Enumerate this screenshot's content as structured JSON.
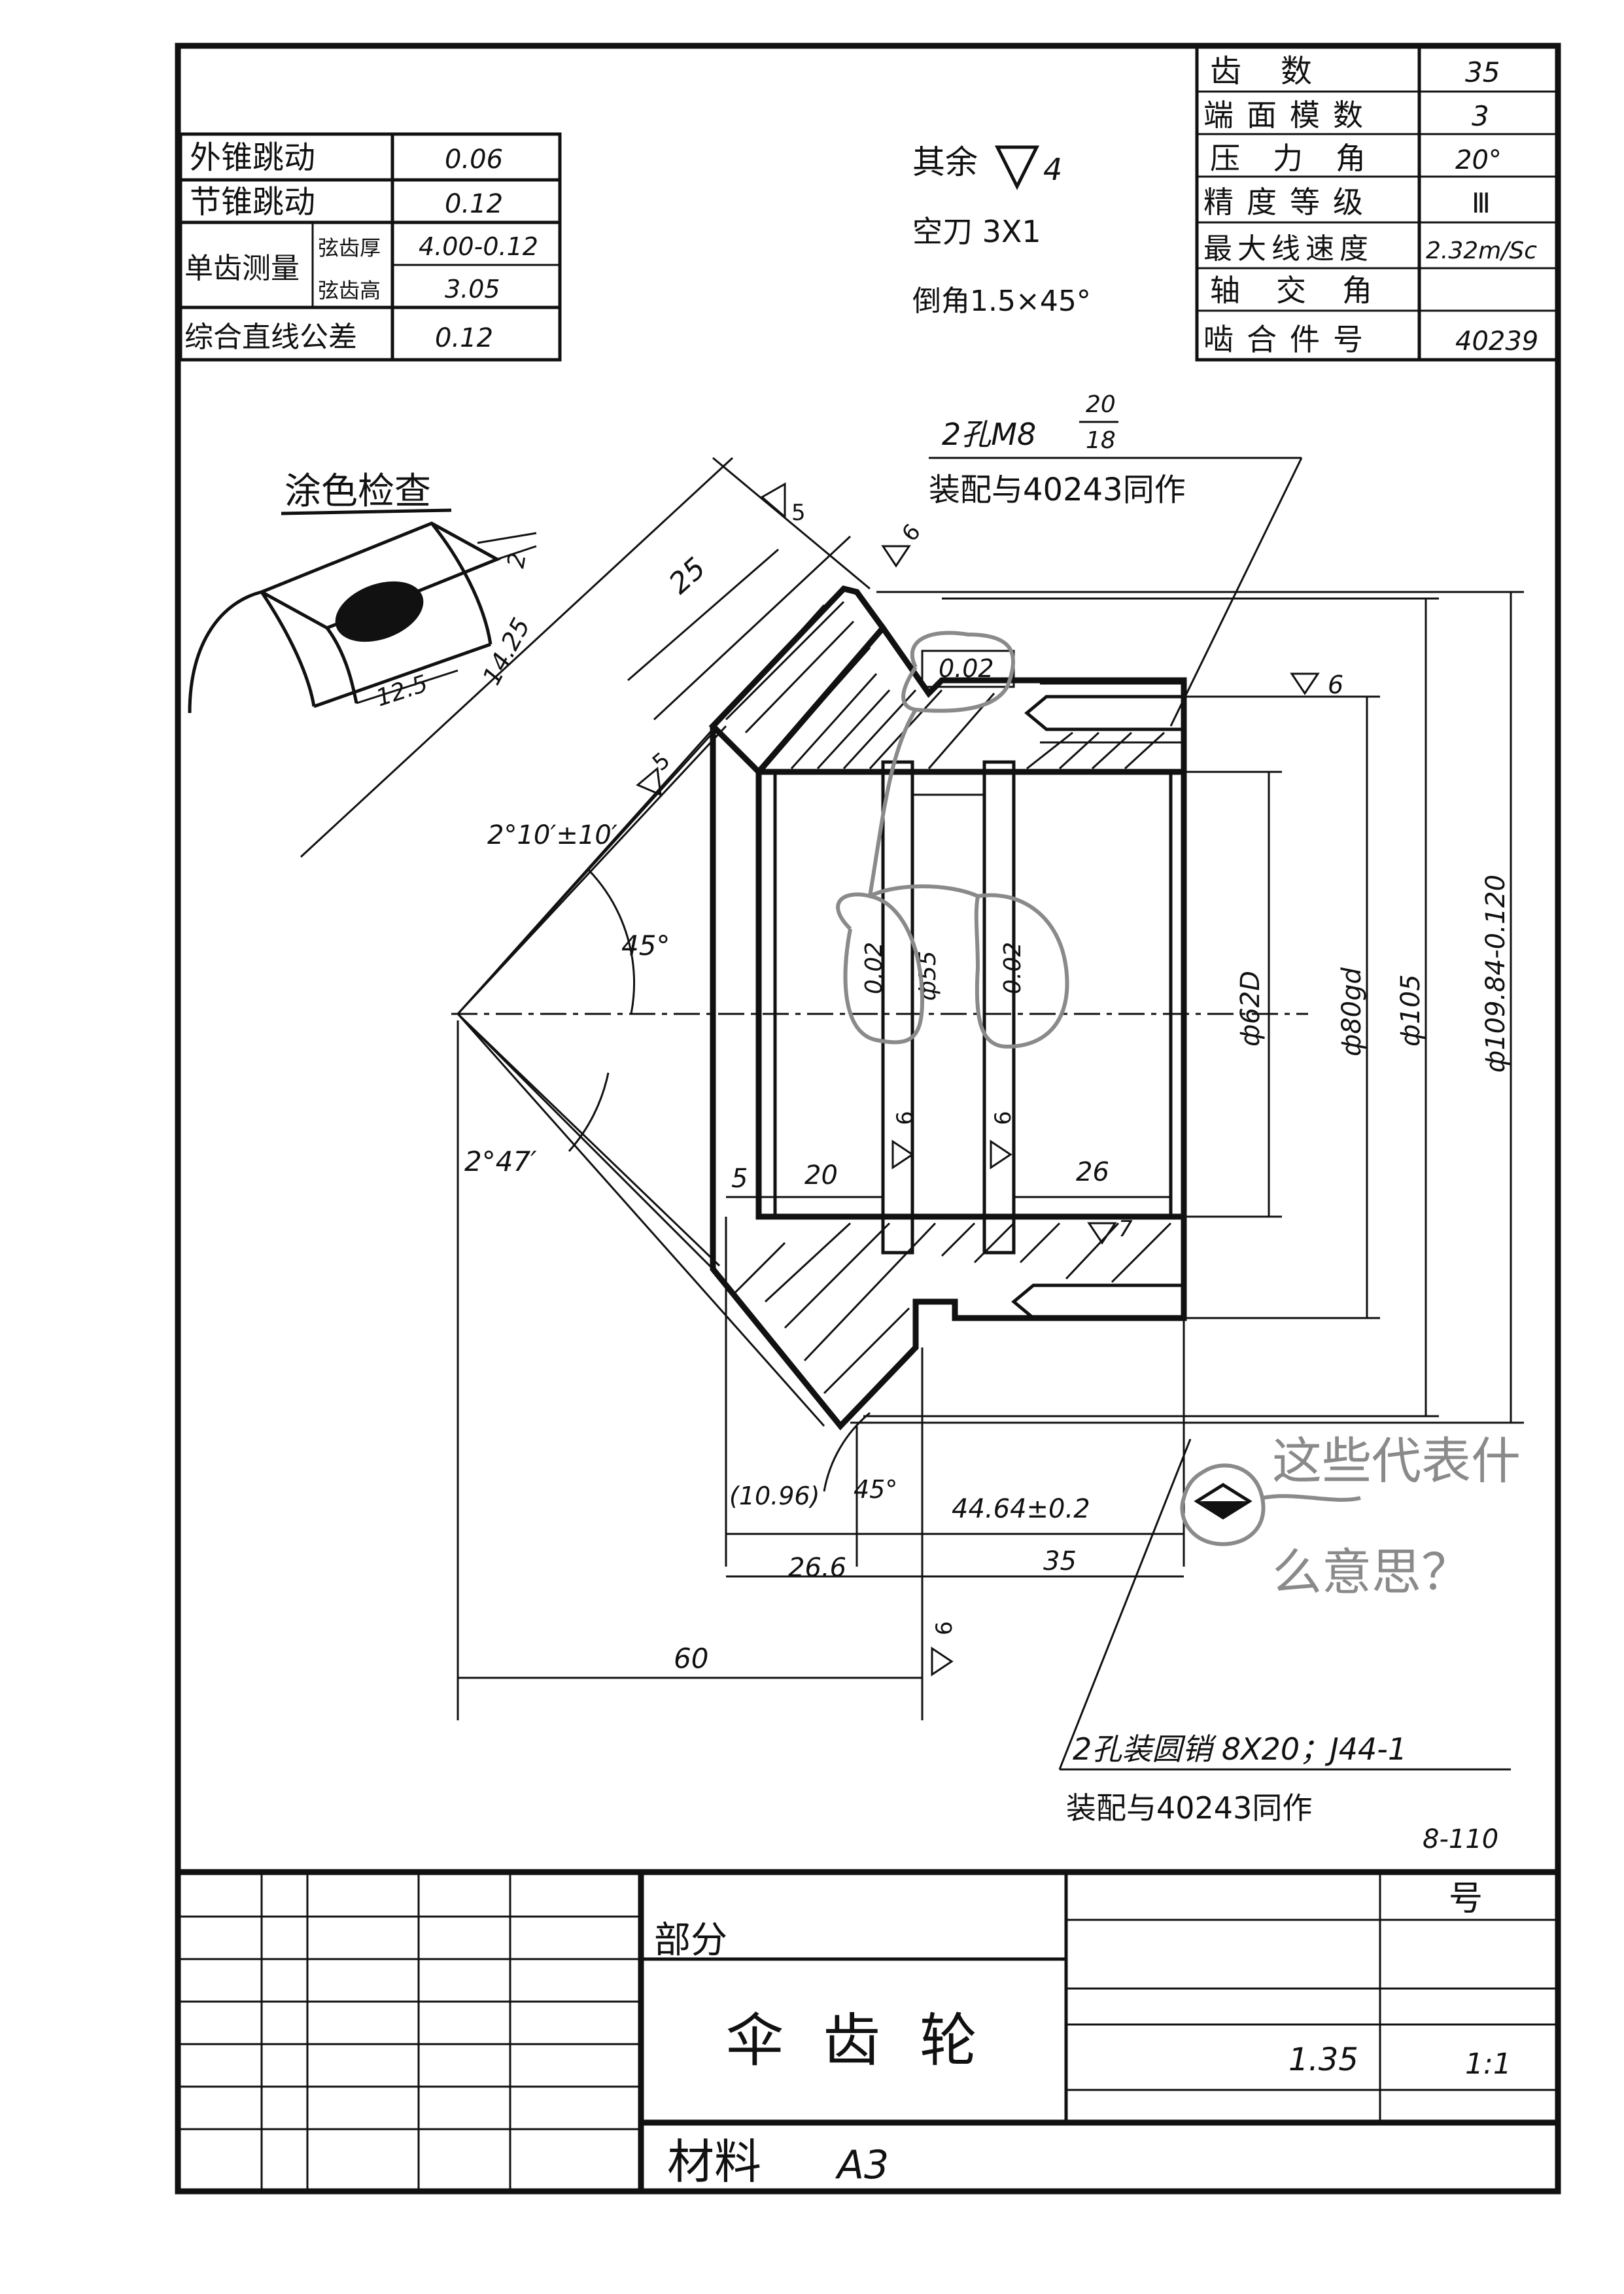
{
  "colors": {
    "ink": "#111111",
    "annotation": "#8a8a8a",
    "paper": "#ffffff"
  },
  "left_table": [
    {
      "label": "外锥跳动",
      "value": "0.06"
    },
    {
      "label": "节锥跳动",
      "value": "0.12"
    },
    {
      "label": "单齿测量",
      "sub": [
        {
          "label": "弦齿厚",
          "value": "4.00-0.12"
        },
        {
          "label": "弦齿高",
          "value": "3.05"
        }
      ]
    },
    {
      "label": "综合直线公差",
      "value": "0.12"
    }
  ],
  "right_table": [
    {
      "label": "齿数",
      "value": "35"
    },
    {
      "label": "端面模数",
      "value": "3"
    },
    {
      "label": "压力角",
      "value": "20°"
    },
    {
      "label": "精度等级",
      "value": "Ⅲ"
    },
    {
      "label": "最大线速度",
      "value": "2.32m/Sc"
    },
    {
      "label": "轴交角",
      "value": ""
    },
    {
      "label": "啮合件号",
      "value": "40239"
    }
  ],
  "notes": {
    "rest_label": "其余",
    "rest_value": "4",
    "undercut": "空刀 3X1",
    "chamfer": "倒角1.5×45°"
  },
  "paint_check": {
    "title": "涂色检查",
    "dims": [
      "2",
      "14.25",
      "12.5"
    ]
  },
  "callouts": {
    "tapped_holes": "2孔M8",
    "tapped_frac_top": "20",
    "tapped_frac_bottom": "18",
    "tapped_assembly": "装配与40243同作",
    "pin_holes": "2孔装圆销 8X20；J44-1",
    "pin_assembly": "装配与40243同作",
    "drawing_ref": "8-110"
  },
  "dimensions": {
    "d25": "25",
    "ra5_top": "5",
    "ra6_top": "6",
    "tol_face": "0.02",
    "ra6_right": "6",
    "ra5_mid": "5",
    "angle_top": "2°10′±10′",
    "angle_45": "45°",
    "tol_left": "0.02",
    "d55": "ф55",
    "tol_right": "0.02",
    "dia62": "ф62D",
    "dia80": "ф80gd",
    "dia105": "ф105",
    "dia109": "ф109.84-0.120",
    "ra6_v1": "6",
    "ra6_v2": "6",
    "angle_bot": "2°47′",
    "d5": "5",
    "d20": "20",
    "d26": "26",
    "ra7": "7",
    "d1096": "(10.96)",
    "angle_45b": "45°",
    "d4464": "44.64±0.2",
    "d266": "26.6",
    "d35": "35",
    "d60": "60",
    "ra6_bot": "6"
  },
  "question": {
    "line1": "这些代表什",
    "line2": "么意思？"
  },
  "title_block": {
    "part_label": "部分",
    "part_name": "伞齿轮",
    "number_label": "号",
    "number_value": "1.35",
    "scale": "1:1",
    "material_label": "材料",
    "material_value": "A3"
  }
}
